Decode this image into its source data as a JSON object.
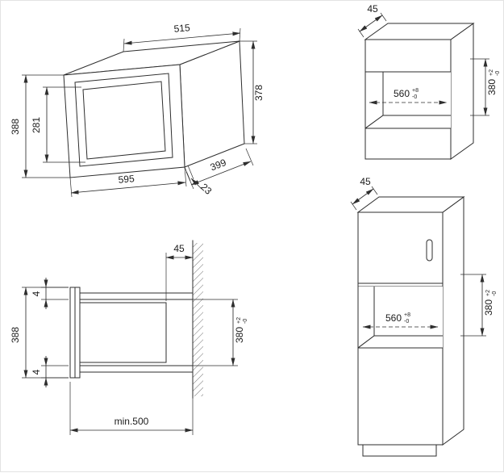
{
  "page": {
    "background": "#ffffff",
    "line_color": "#2e2e2e",
    "text_color": "#1c1c1c"
  },
  "drawing": {
    "views": {
      "oven": {
        "dims": {
          "top_width": "515",
          "front_height": "388",
          "door_height": "281",
          "body_height": "378",
          "front_width": "595",
          "frame_depth": "23",
          "body_depth": "399"
        }
      },
      "wall_cabinet": {
        "dims": {
          "top_clearance": "45",
          "niche_width": "560",
          "niche_width_tol_plus": "+8",
          "niche_width_tol_minus": "-0",
          "niche_height": "380",
          "niche_height_tol_plus": "+2",
          "niche_height_tol_minus": "-0"
        }
      },
      "section": {
        "dims": {
          "rear_clearance": "45",
          "top_overlap": "4",
          "front_height": "388",
          "bottom_overlap": "4",
          "niche_height": "380",
          "niche_height_tol_plus": "+2",
          "niche_height_tol_minus": "-0",
          "min_depth": "min.500"
        }
      },
      "tall_cabinet": {
        "dims": {
          "top_clearance": "45",
          "niche_width": "560",
          "niche_width_tol_plus": "+8",
          "niche_width_tol_minus": "-0",
          "niche_height": "380",
          "niche_height_tol_plus": "+2",
          "niche_height_tol_minus": "-0"
        }
      }
    }
  }
}
